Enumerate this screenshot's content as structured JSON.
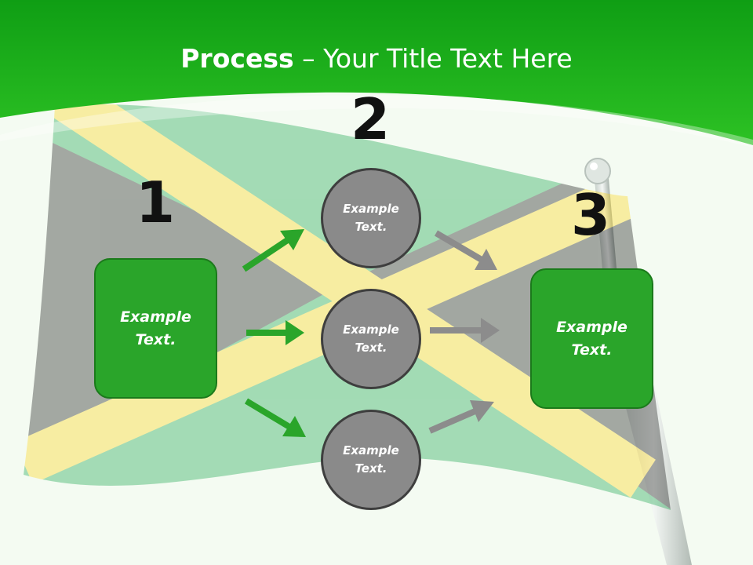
{
  "title": {
    "bold": "Process",
    "rest": " – Your Title Text Here"
  },
  "steps": {
    "one": {
      "number": "1",
      "text": "Example Text."
    },
    "two": {
      "number": "2"
    },
    "three": {
      "number": "3",
      "text": "Example Text."
    }
  },
  "circles": [
    {
      "text": "Example Text."
    },
    {
      "text": "Example Text."
    },
    {
      "text": "Example Text."
    }
  ],
  "colors": {
    "header_green": "#22b81f",
    "box_green": "#2aa52a",
    "circle_gray": "#8a8a8a",
    "arrow_green": "#2aa52a",
    "arrow_gray": "#8c8c8c",
    "flag_gold": "#fed100",
    "flag_green": "#009b3a",
    "flag_black": "#000000"
  }
}
